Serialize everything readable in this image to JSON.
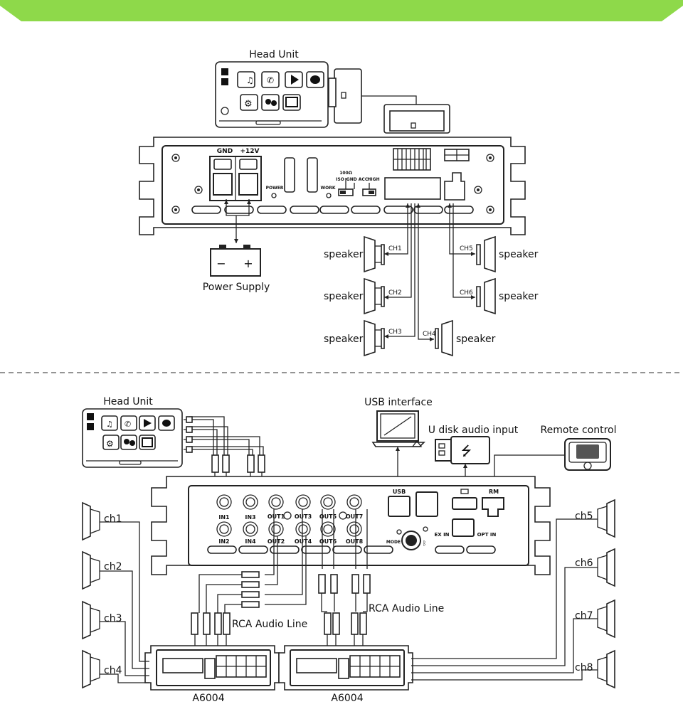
{
  "top": {
    "head_unit_label": "Head Unit",
    "gnd_label": "GND",
    "v12_label": "+12V",
    "power_label": "POWER",
    "work_label": "WORK",
    "ohm_label": "100Ω",
    "iso_label": "ISO",
    "gnd_acc_label": "GND ACC",
    "high_label": "HIGH",
    "power_supply_label": "Power Supply",
    "battery_minus": "−",
    "battery_plus": "+",
    "channels": {
      "ch1": "CH1",
      "ch2": "CH2",
      "ch3": "CH3",
      "ch4": "CH4",
      "ch5": "CH5",
      "ch6": "CH6"
    },
    "speaker_label": "speaker"
  },
  "bottom": {
    "head_unit_label": "Head Unit",
    "usb_interface_label": "USB interface",
    "udisk_label": "U disk audio input",
    "remote_label": "Remote control",
    "usb_port_label": "USB",
    "rm_port_label": "RM",
    "mode_label": "MODE",
    "ex_in_label": "EX IN",
    "opt_in_label": "OPT IN",
    "inputs": [
      "IN1",
      "IN3",
      "IN2",
      "IN4"
    ],
    "outputs": [
      "OUT1",
      "OUT3",
      "OUT5",
      "OUT7",
      "OUT2",
      "OUT4",
      "OUT6",
      "OUT8"
    ],
    "rca_line_label": "RCA Audio Line",
    "amp_label": "A6004",
    "channels_left": [
      "ch1",
      "ch2",
      "ch3",
      "ch4"
    ],
    "channels_right": [
      "ch5",
      "ch6",
      "ch7",
      "ch8"
    ]
  },
  "colors": {
    "banner": "#8ed94a",
    "line": "#222222"
  }
}
